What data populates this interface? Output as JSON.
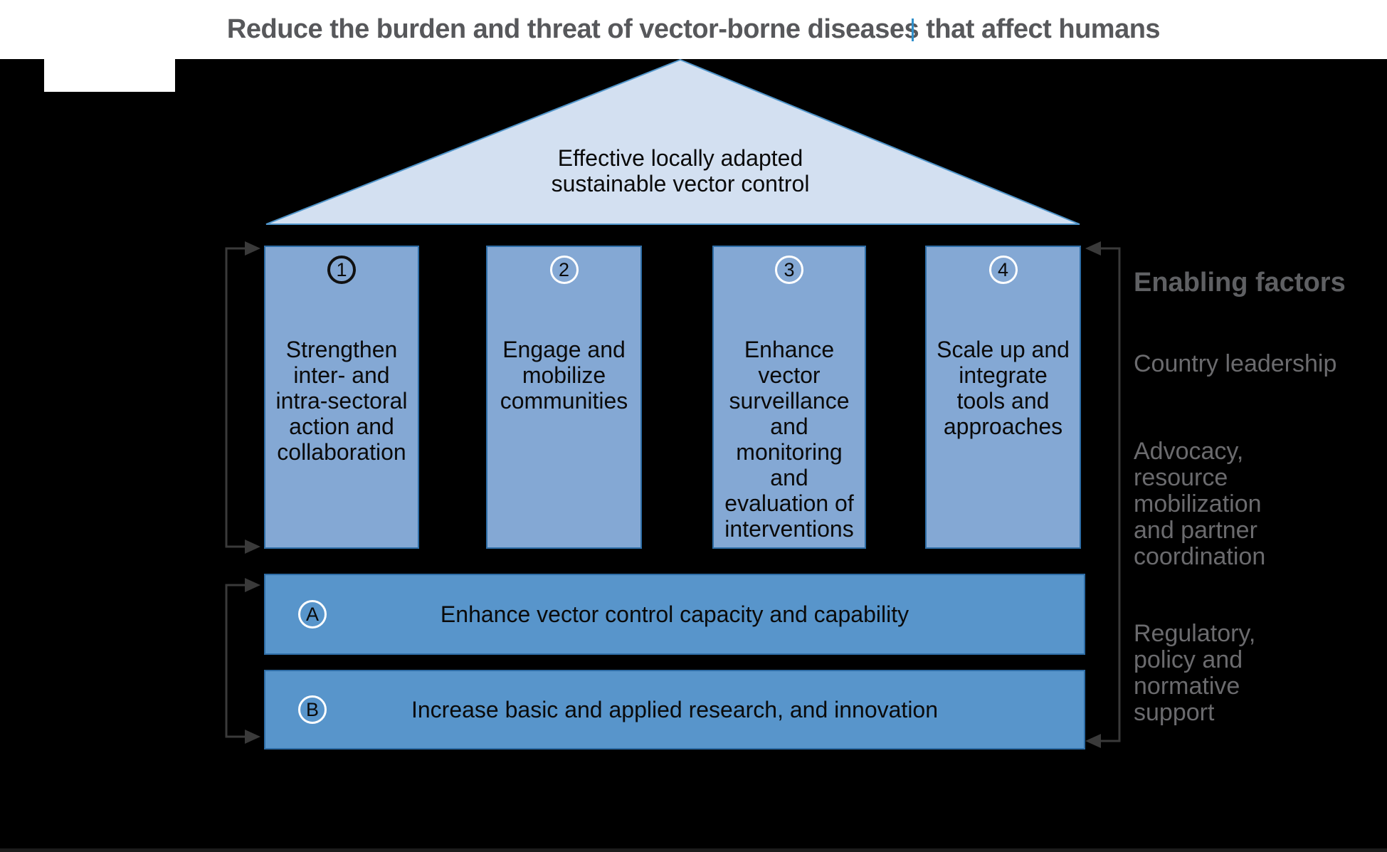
{
  "title": "Reduce the burden and threat of vector-borne diseases that affect humans",
  "roof": {
    "label": "Effective locally adapted\nsustainable vector control"
  },
  "pillars": [
    {
      "number": "1",
      "label": "Strengthen\ninter- and\nintra-sectoral\naction and\ncollaboration"
    },
    {
      "number": "2",
      "label": "Engage and\nmobilize\ncommunities"
    },
    {
      "number": "3",
      "label": "Enhance\nvector\nsurveillance\nand\nmonitoring\nand\nevaluation of\ninterventions"
    },
    {
      "number": "4",
      "label": "Scale up and\nintegrate\ntools and\napproaches"
    }
  ],
  "bars": [
    {
      "letter": "A",
      "label": "Enhance vector control capacity and capability"
    },
    {
      "letter": "B",
      "label": "Increase basic and applied research, and innovation"
    }
  ],
  "enabling": {
    "heading": "Enabling factors",
    "country": "Country leadership",
    "advocacy": "Advocacy,\nresource\nmobilization\nand partner\ncoordination",
    "regulatory": "Regulatory,\npolicy and\nnormative\nsupport"
  },
  "colors": {
    "pillar_fill": "#84a8d4",
    "bar_fill": "#5895cb",
    "roof_fill": "#d3e0f1",
    "roof_stroke": "#4f94c9",
    "box_border": "#2e6da6",
    "bracket_gray": "#3a3a3a",
    "title_gray": "#57585b",
    "label_gray": "#6b6b6e",
    "caret_blue": "#2f8fcb"
  }
}
